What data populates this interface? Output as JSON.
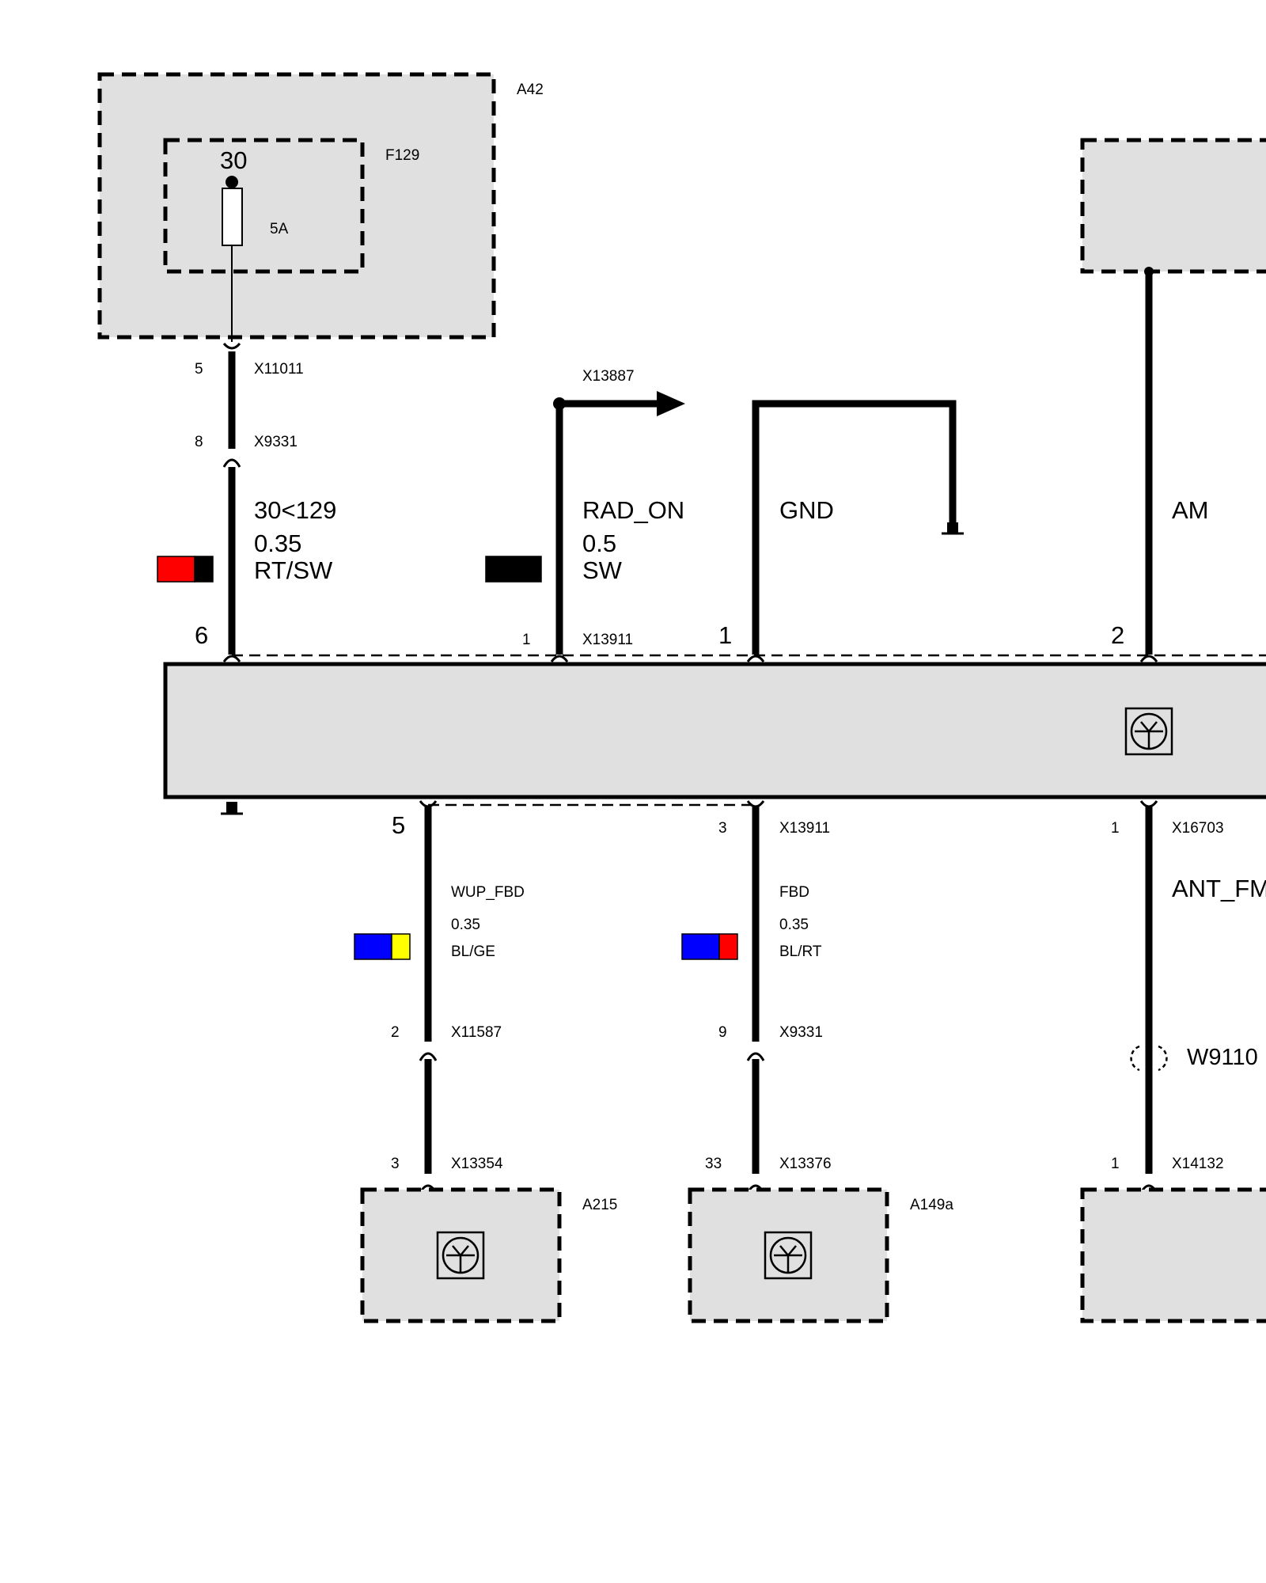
{
  "components": {
    "a42": {
      "id": "A42"
    },
    "f129": {
      "id": "F129",
      "terminal": "30",
      "rating": "5A"
    },
    "a215": {
      "id": "A215"
    },
    "a149a": {
      "id": "A149a"
    }
  },
  "wires": {
    "w1": {
      "signal": "30<129",
      "gauge": "0.35",
      "color_code": "RT/SW",
      "colors": [
        "#ff0000",
        "#000000"
      ]
    },
    "w2": {
      "signal": "RAD_ON",
      "gauge": "0.5",
      "color_code": "SW",
      "colors": [
        "#000000"
      ]
    },
    "w3": {
      "signal": "GND"
    },
    "w4": {
      "signal": "AM"
    },
    "w5": {
      "signal": "WUP_FBD",
      "gauge": "0.35",
      "color_code": "BL/GE",
      "colors": [
        "#0000ff",
        "#ffff00"
      ]
    },
    "w6": {
      "signal": "FBD",
      "gauge": "0.35",
      "color_code": "BL/RT",
      "colors": [
        "#0000ff",
        "#ff0000"
      ]
    },
    "w7": {
      "signal": "ANT_FM",
      "shield": "W9110"
    }
  },
  "connectors": {
    "c1": {
      "id": "X11011",
      "pin": "5"
    },
    "c2": {
      "id": "X9331",
      "pin": "8"
    },
    "c3": {
      "id": "X13887"
    },
    "c4": {
      "id": "X13911",
      "pin": "1"
    },
    "c5": {
      "id": "X13911",
      "pin": "3"
    },
    "c6": {
      "id": "X16703",
      "pin": "1"
    },
    "c7": {
      "id": "X11587",
      "pin": "2"
    },
    "c8": {
      "id": "X9331",
      "pin": "9"
    },
    "c9": {
      "id": "X13354",
      "pin": "3"
    },
    "c10": {
      "id": "X13376",
      "pin": "33"
    },
    "c11": {
      "id": "X14132",
      "pin": "1"
    }
  },
  "module_pins": {
    "p6": "6",
    "p1": "1",
    "p2": "2",
    "p5": "5"
  }
}
